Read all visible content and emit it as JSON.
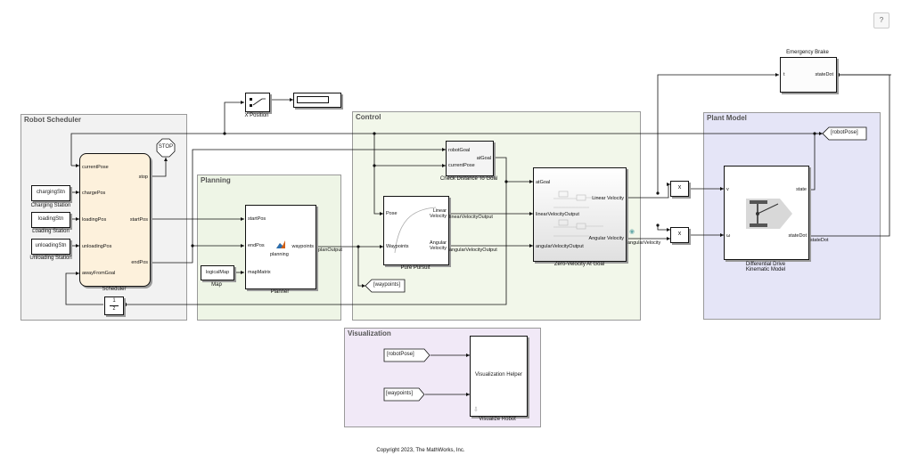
{
  "help_label": "?",
  "areas": {
    "robot_scheduler": "Robot Scheduler",
    "planning": "Planning",
    "control": "Control",
    "plant_model": "Plant Model",
    "visualization": "Visualization"
  },
  "blocks": {
    "x_position": {
      "caption": "X Position"
    },
    "emergency_brake": {
      "caption": "Emergency Brake",
      "in": "t",
      "out": "stateDot"
    },
    "stop": {
      "label": "STOP"
    },
    "charging": {
      "label": "chargingStn",
      "caption": "Charging Station"
    },
    "loading": {
      "label": "loadingStn",
      "caption": "Loading Station"
    },
    "unloading": {
      "label": "unloadingStn",
      "caption": "Unloading Station"
    },
    "scheduler": {
      "caption": "Scheduler",
      "inputs": [
        "currentPose",
        "chargePos",
        "loadingPos",
        "unloadingPos",
        "awayFromGoal"
      ],
      "outputs": [
        "stop",
        "startPos",
        "endPos"
      ]
    },
    "delay": {
      "top": "1",
      "bottom": "z"
    },
    "map": {
      "label": "logicalMap",
      "caption": "Map"
    },
    "planner": {
      "caption": "Planner",
      "inputs": [
        "startPos",
        "endPos",
        "mapMatrix"
      ],
      "output": "waypoints",
      "center": "planning"
    },
    "plan_output_label": "planOutput",
    "check_goal": {
      "caption": "Check Distance To Goal",
      "inputs": [
        "robotGoal",
        "currentPose"
      ],
      "output": "atGoal"
    },
    "pure_pursuit": {
      "caption": "Pure Pursuit",
      "inputs": [
        "Pose",
        "Waypoints"
      ],
      "outputs": [
        "Linear\nVelocity",
        "Angular\nVelocity"
      ],
      "signals": [
        "linearVelocityOutput",
        "angularVelocityOutput"
      ]
    },
    "zero_velocity": {
      "caption": "Zero-Velocity At Goal",
      "inputs": [
        "atGoal",
        "linearVelocityOutput",
        "angularVelocityOutput"
      ],
      "outputs": [
        "Linear Velocity",
        "Angular Velocity"
      ]
    },
    "angular_velocity_label": "angularVelocity",
    "mult_top": "x",
    "mult_bottom": "x",
    "diff_drive": {
      "caption": "Differential Drive\nKinematic Model",
      "inputs": [
        "v",
        "ω"
      ],
      "outputs": [
        "state",
        "stateDot"
      ]
    },
    "state_dot_label": "stateDot",
    "goto_robot_pose": "[robotPose]",
    "goto_waypoints": "[waypoints]",
    "from_robot_pose": "[robotPose]",
    "from_waypoints": "[waypoints]",
    "viz_helper": {
      "label": "Visualization Helper",
      "caption": "Visualize Robot"
    }
  },
  "copyright": "Copyright 2023, The MathWorks, Inc.",
  "colors": {
    "scheduler_area": "#f2f2f2",
    "planning_area": "#eef5e6",
    "control_area": "#f2f7ea",
    "plant_area": "#e5e5f7",
    "viz_area": "#f1e9f7",
    "scheduler_fill": "#fdf1dc"
  }
}
